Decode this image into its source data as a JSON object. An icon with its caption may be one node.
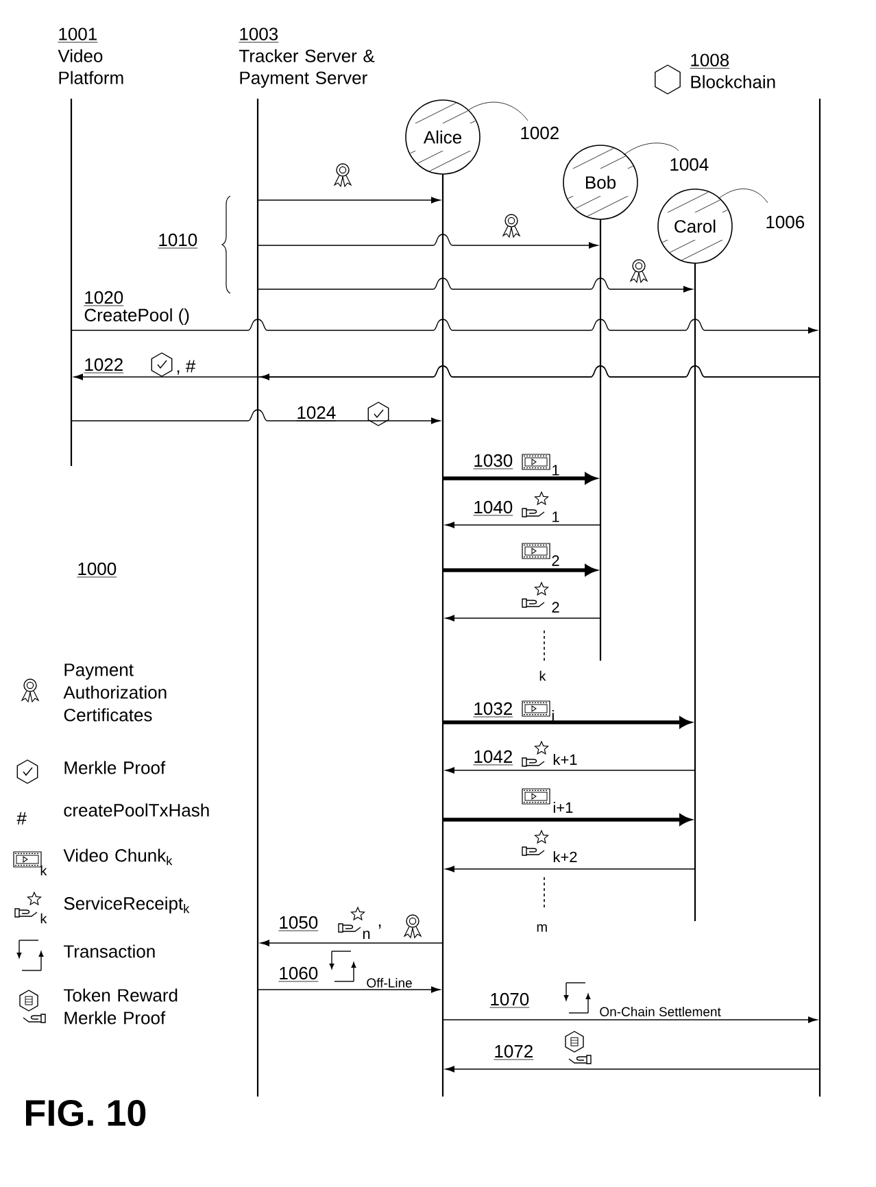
{
  "diagram": {
    "caption": "FIG. 10",
    "nodes": [
      {
        "text": [
          "1001",
          "Video Platform"
        ]
      },
      {
        "text": [
          "1003",
          "Tracker Server & Payment Server"
        ]
      },
      {
        "text": [
          "1008",
          "Blockchain"
        ]
      },
      {
        "text": [
          "Alice"
        ],
        "beside": [
          "1002"
        ]
      },
      {
        "text": [
          "Bob"
        ],
        "beside": [
          "1004"
        ]
      },
      {
        "text": [
          "Carol"
        ],
        "beside": [
          "1006"
        ]
      },
      {
        "text": [],
        "shape": "bar"
      },
      {
        "text": [],
        "shape": "bar"
      },
      {
        "text": [],
        "shape": "bar"
      },
      {
        "text": [],
        "shape": "bar"
      },
      {
        "text": [],
        "shape": "bar"
      },
      {
        "text": [],
        "shape": "bar"
      }
    ],
    "edges": [
      {
        "from": 7,
        "to": 9,
        "arrow": "to"
      },
      {
        "from": 7,
        "to": 10,
        "arrow": "to"
      },
      {
        "from": 7,
        "to": 11,
        "arrow": "to"
      },
      {
        "from": 6,
        "to": 8,
        "arrow": "to",
        "label": "1020"
      },
      {
        "from": 8,
        "to": 6,
        "arrow": "to",
        "label": "1022"
      },
      {
        "from": 8,
        "to": 7,
        "arrow": "to"
      },
      {
        "from": 6,
        "to": 9,
        "arrow": "to",
        "label": "1024"
      },
      {
        "from": 9,
        "to": 10,
        "arrow": "to",
        "label": "1030",
        "style": "thick"
      },
      {
        "from": 10,
        "to": 9,
        "arrow": "to",
        "label": "1040"
      },
      {
        "from": 9,
        "to": 10,
        "arrow": "to",
        "style": "thick"
      },
      {
        "from": 10,
        "to": 9,
        "arrow": "to"
      },
      {
        "from": 9,
        "to": 11,
        "arrow": "to",
        "label": "1032",
        "style": "thick"
      },
      {
        "from": 11,
        "to": 9,
        "arrow": "to",
        "label": "1042"
      },
      {
        "from": 9,
        "to": 11,
        "arrow": "to",
        "style": "thick"
      },
      {
        "from": 11,
        "to": 9,
        "arrow": "to"
      },
      {
        "from": 9,
        "to": 7,
        "arrow": "to",
        "label": "1050"
      },
      {
        "from": 7,
        "to": 9,
        "arrow": "to",
        "label": "1060"
      },
      {
        "from": 9,
        "to": 8,
        "arrow": "to",
        "label": "1070"
      },
      {
        "from": 8,
        "to": 9,
        "arrow": "to",
        "label": "1072"
      }
    ],
    "labels": [
      "1010",
      "CreatePool ()",
      ", #",
      "1",
      "1",
      "2",
      "2",
      "k",
      "1000",
      "i",
      "k+1",
      "i+1",
      "k+2",
      "m",
      "n",
      ",",
      "Off-Line",
      "On-Chain Settlement",
      "#",
      "k",
      "k"
    ],
    "legend": [
      {
        "text": "Payment Authorization Certificates"
      },
      {
        "text": "Merkle Proof"
      },
      {
        "text": "createPoolTxHash"
      },
      {
        "text": "Video Chunk$_{k}$"
      },
      {
        "text": "ServiceReceipt$_{k}$"
      },
      {
        "text": "Transaction"
      },
      {
        "text": "Token Reward Merkle Proof"
      }
    ]
  }
}
